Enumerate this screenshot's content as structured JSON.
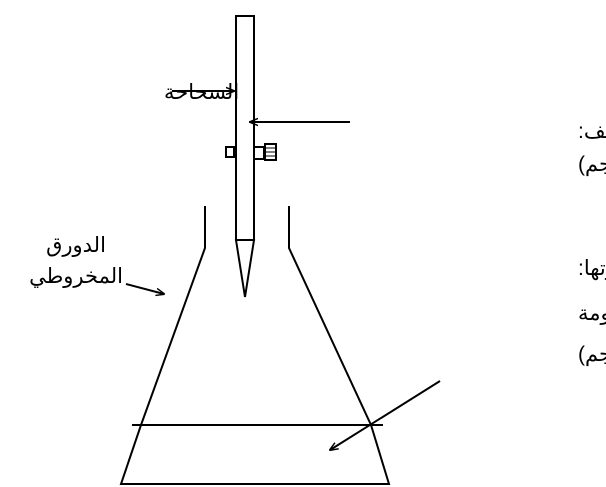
{
  "labels": {
    "burette": "السحاحة",
    "titrant_title": "الكاشف:",
    "titrant_note": "(معلوم التركيز و الحجم)",
    "flask_line1": "الدورق",
    "flask_line2": "المخروطي",
    "analyte_title": "المادة المراد معايرتها:",
    "analyte_line2": "(مجهولة التركيز ومعلومة",
    "analyte_line3": "الحجم)"
  },
  "colors": {
    "ink": "#000000",
    "background": "#ffffff"
  }
}
